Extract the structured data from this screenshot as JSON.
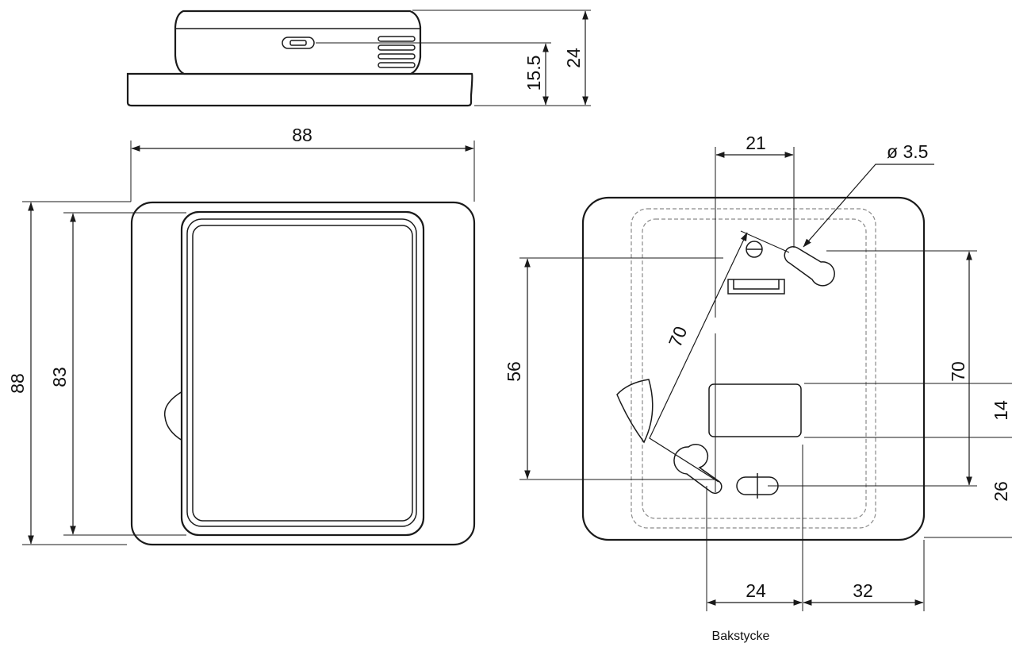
{
  "dimensions": {
    "side_total_height": "24",
    "side_base_height": "15.5",
    "front_width": "88",
    "front_height": "88",
    "front_display_height": "83",
    "back_hole_spacing_x": "21",
    "back_hole_diameter": "ø 3.5",
    "back_hole_spacing_y": "56",
    "back_diagonal": "70",
    "back_right_height": "70",
    "back_window_height": "14",
    "back_bottom_offset": "26",
    "back_bottom_left": "24",
    "back_bottom_right": "32"
  },
  "captions": {
    "back_view": "Bakstycke"
  }
}
